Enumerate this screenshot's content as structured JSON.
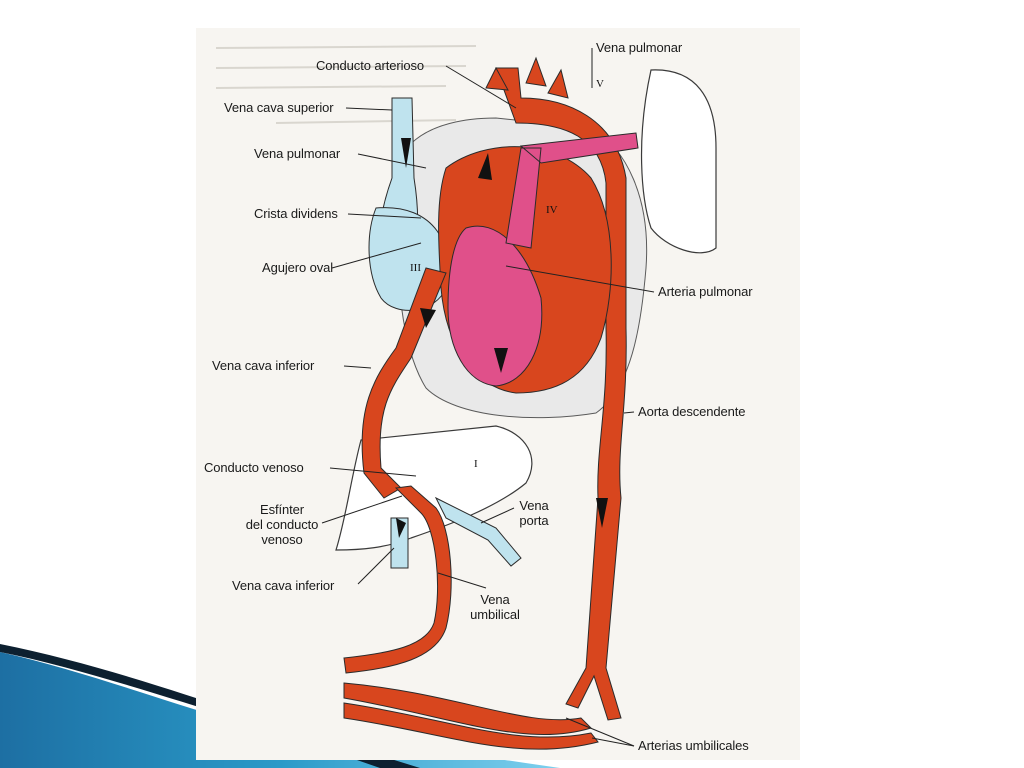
{
  "diagram": {
    "labels": {
      "vena_pulmonar_top": "Vena pulmonar",
      "conducto_arterioso": "Conducto arterioso",
      "vena_cava_superior": "Vena cava superior",
      "vena_pulmonar_left": "Vena pulmonar",
      "crista_dividens": "Crista dividens",
      "agujero_oval": "Agujero oval",
      "arteria_pulmonar": "Arteria pulmonar",
      "vena_cava_inferior_upper": "Vena cava inferior",
      "aorta_descendente": "Aorta descendente",
      "conducto_venoso": "Conducto venoso",
      "esfinter": "Esfínter\ndel conducto\nvenoso",
      "vena_porta": "Vena\nporta",
      "vena_cava_inferior_lower": "Vena cava inferior",
      "vena_umbilical": "Vena\numbilical",
      "arterias_umbilicales": "Arterias umbilicales"
    },
    "regions": {
      "i": "I",
      "iii": "III",
      "iv": "IV",
      "v": "V"
    }
  },
  "colors": {
    "oxygenated": "#d8461e",
    "mixed": "#e0508a",
    "deoxygenated": "#bfe3ee",
    "outline": "#2b2b2b",
    "deco_blue": "#2a9ac8"
  }
}
